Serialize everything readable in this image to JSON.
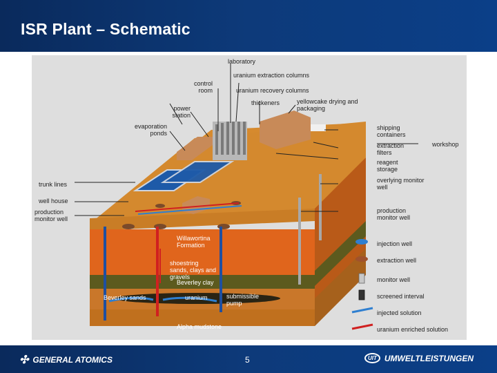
{
  "slide": {
    "title": "ISR Plant – Schematic",
    "page_number": "5"
  },
  "footer": {
    "left_logo_text": "GENERAL ATOMICS",
    "right_logo_text": "UMWELTLEISTUNGEN",
    "right_logo_badge": "UIT"
  },
  "diagram": {
    "top_labels": {
      "laboratory": "laboratory",
      "uranium_extraction_columns": "uranium extraction columns",
      "control_room": "control room",
      "uranium_recovery_columns": "uranium recovery columns",
      "power_station": "power station",
      "thickeners": "thickeners",
      "yellowcake": "yellowcake drying and packaging",
      "evaporation_ponds": "evaporation ponds"
    },
    "left_labels": {
      "trunk_lines": "trunk lines",
      "well_house": "well house",
      "production_monitor_well": "production monitor well"
    },
    "right_labels": {
      "shipping_containers": "shipping containers",
      "workshop": "workshop",
      "extraction_filters": "extraction filters",
      "reagent_storage": "reagent storage",
      "overlying_monitor_well": "overlying monitor well",
      "production_monitor_well": "production monitor well"
    },
    "strata_labels": {
      "willawortina": "Willawortina Formation",
      "sands": "shoestring sands, clays and gravels",
      "beverley_clay": "Beverley clay",
      "beverley_sands": "Beverley sands",
      "uranium": "uranium",
      "submissible_pump": "submissible pump",
      "alpha_mudstone": "Alpha mudstone"
    },
    "legend": [
      {
        "label": "injection well",
        "icon": "injection-well-icon"
      },
      {
        "label": "extraction well",
        "icon": "extraction-well-icon"
      },
      {
        "label": "monitor well",
        "icon": "monitor-well-icon"
      },
      {
        "label": "screened interval",
        "icon": "screened-interval-icon"
      },
      {
        "label": "injected solution",
        "icon": "blue-arrow-icon"
      },
      {
        "label": "uranium enriched solution",
        "icon": "red-arrow-icon"
      }
    ],
    "colors": {
      "header_bg": "#0d3a7a",
      "surface": "#d4892e",
      "orange_layer": "#e0651c",
      "clay_layer": "#5c5a1e",
      "mudstone": "#c0701e",
      "injected": "#2f7fd0",
      "enriched": "#d02020"
    }
  }
}
